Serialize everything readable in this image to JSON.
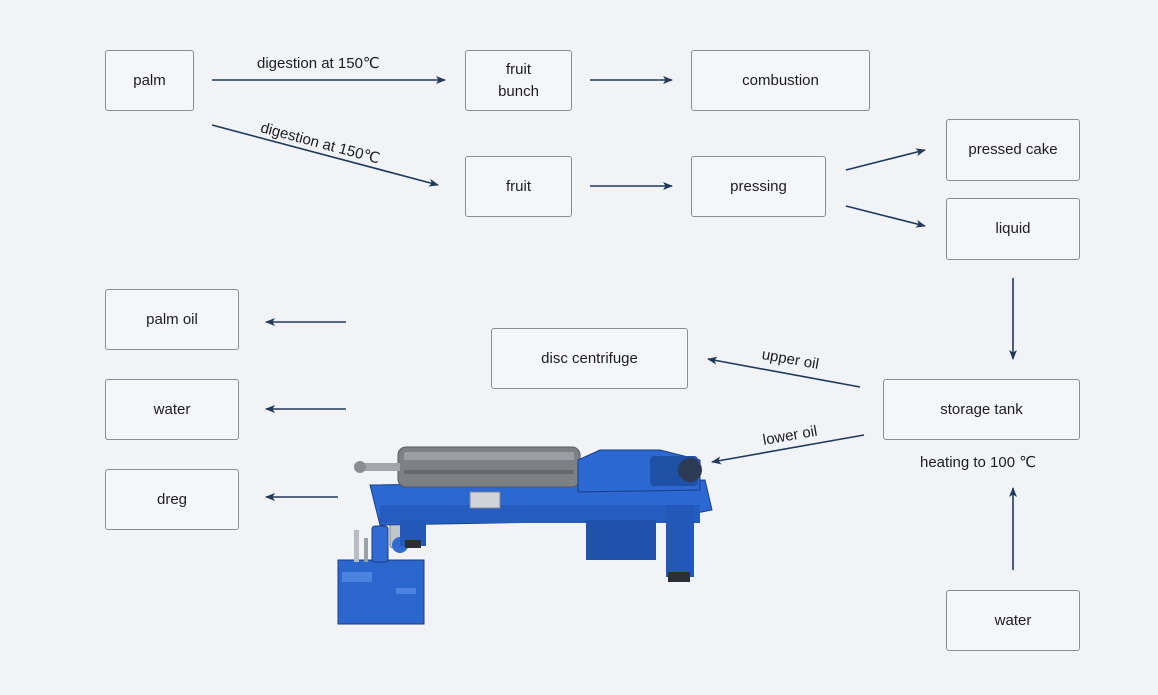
{
  "nodes": {
    "palm": "palm",
    "fruit_bunch": "fruit\nbunch",
    "combustion": "combustion",
    "fruit": "fruit",
    "pressing": "pressing",
    "pressed_cake": "pressed cake",
    "liquid": "liquid",
    "palm_oil": "palm oil",
    "water_out": "water",
    "dreg": "dreg",
    "disc_centrifuge": "disc centrifuge",
    "storage_tank": "storage tank",
    "water_in": "water"
  },
  "labels": {
    "digestion_top": "digestion at 150℃",
    "digestion_diag": "digestion at 150℃",
    "upper_oil": "upper oil",
    "lower_oil": "lower oil",
    "heating": "heating to 100 ℃"
  },
  "colors": {
    "arrow": "#1f3a5c",
    "machine_blue": "#2060c8",
    "drum_grey": "#7d8085"
  }
}
